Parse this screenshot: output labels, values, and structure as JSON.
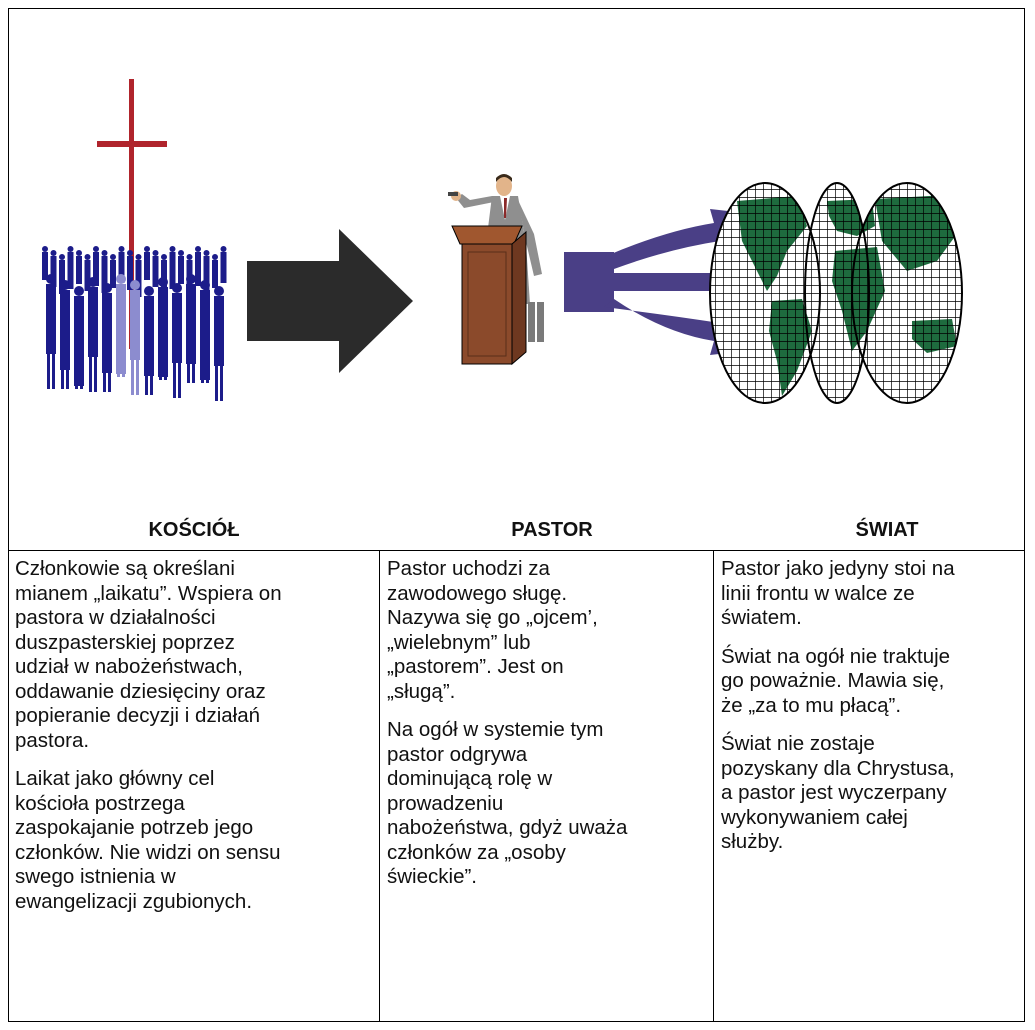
{
  "diagram": {
    "icons": {
      "church": "church-congregation-with-cross-icon",
      "arrow": "right-arrow-icon",
      "pastor": "pastor-at-pulpit-icon",
      "spread_arrows": "spreading-arrows-icon",
      "world": "world-globe-icon"
    },
    "colors": {
      "cross": "#b0242c",
      "people": "#1c1c8a",
      "people_light": "#8c8ccf",
      "arrow": "#2b2b2b",
      "pulpit": "#8b4a2b",
      "spread_arrows": "#4a3f86",
      "land": "#1e6b3e"
    }
  },
  "columns": [
    {
      "heading": "KOŚCIÓŁ",
      "paragraphs": [
        [
          "Członkowie są określani",
          "mianem „laikatu”. Wspiera on",
          "pastora w działalności",
          "duszpasterskiej poprzez",
          "udział w nabożeństwach,",
          "oddawanie dziesięciny oraz",
          "popieranie decyzji i działań",
          "pastora."
        ],
        [
          "Laikat jako główny cel",
          "kościoła postrzega",
          "zaspokajanie potrzeb jego",
          "członków. Nie widzi on sensu",
          "swego istnienia w",
          "ewangelizacji zgubionych."
        ]
      ]
    },
    {
      "heading": "PASTOR",
      "paragraphs": [
        [
          "Pastor uchodzi za",
          "zawodowego sługę.",
          "Nazywa się go „ojcem’,",
          "„wielebnym” lub",
          "„pastorem”. Jest on",
          "„sługą”."
        ],
        [
          "Na ogół w systemie tym",
          "pastor odgrywa",
          "dominującą rolę w",
          "prowadzeniu",
          "nabożeństwa, gdyż uważa",
          "członków za „osoby",
          "świeckie”."
        ]
      ]
    },
    {
      "heading": "ŚWIAT",
      "paragraphs": [
        [
          "Pastor jako jedyny stoi na",
          "linii frontu w walce ze",
          "światem."
        ],
        [
          "Świat na ogół nie traktuje",
          "go poważnie. Mawia się,",
          "że „za to mu płacą”."
        ],
        [
          "Świat nie zostaje",
          "pozyskany dla Chrystusa,",
          "a pastor jest wyczerpany",
          "wykonywaniem całej",
          "służby."
        ]
      ]
    }
  ]
}
